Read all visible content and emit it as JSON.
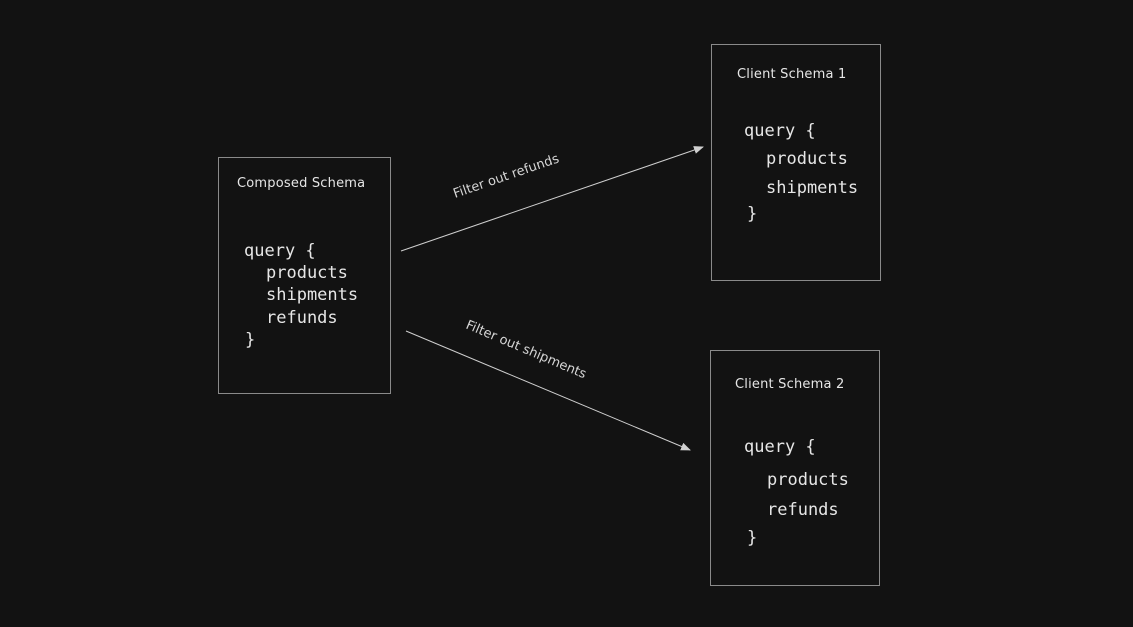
{
  "composed": {
    "title": "Composed Schema",
    "lines": [
      "query {",
      "products",
      "shipments",
      "refunds",
      "}"
    ]
  },
  "client1": {
    "title": "Client Schema 1",
    "lines": [
      "query {",
      "products",
      "shipments",
      "}"
    ]
  },
  "client2": {
    "title": "Client Schema 2",
    "lines": [
      "query {",
      "products",
      "refunds",
      "}"
    ]
  },
  "edges": {
    "to_client1": "Filter out refunds",
    "to_client2": "Filter out shipments"
  },
  "colors": {
    "background": "#121212",
    "stroke": "#8a8a8a",
    "text": "#e6e6e6"
  }
}
